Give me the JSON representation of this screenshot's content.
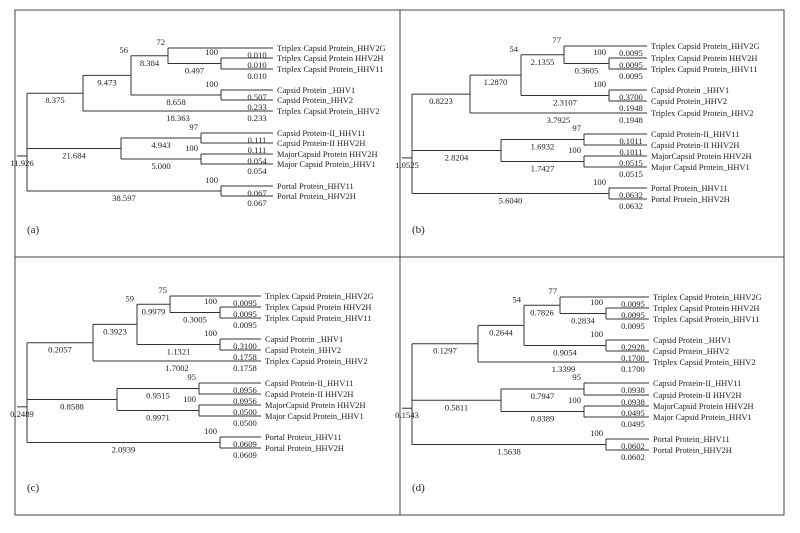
{
  "leaves": [
    "Triplex Capsid Protein_HHV2G",
    "Triplex Capsid Protein HHV2H",
    "Triplex Capsid Protein_HHV11",
    "Capsid Protein _HHV1",
    "Capsid Protein_HHV2",
    "Triplex Capsid Protein_HHV2",
    "Capsid Protein-II_HHV11",
    "Capsid Protein-II HHV2H",
    "MajorCapsid Protein HHV2H",
    "Major Capsid Protein_HHV1",
    "Portal Protein_HHV11",
    "Portal Protein_HHV2H"
  ],
  "panels": [
    {
      "label": "(a)",
      "lengths": {
        "L0": "0.010",
        "L1": "0.010",
        "L2": "0.010",
        "L3": "0.507",
        "L4": "0.233",
        "L5": "0.233",
        "L6": "0.111",
        "L7": "0.111",
        "L8": "0.054",
        "L9": "0.054",
        "L10": "0.067",
        "L11": "0.067",
        "nA": "0.497",
        "nB": "8.384",
        "nC": "8.658",
        "nD": "9.473",
        "nE": "18.363",
        "nF": "8.375",
        "nG": "4.943",
        "nH": "5.000",
        "nI": "21.684",
        "nJ": "11.926",
        "nK": "38.597"
      },
      "bootstrap": {
        "nA": "100",
        "nB": "72",
        "nC": "100",
        "nD": "56",
        "nF": "",
        "nG": "97",
        "nH": "100",
        "nI": "",
        "nJ": "",
        "nK": "100"
      }
    },
    {
      "label": "(b)",
      "lengths": {
        "L0": "0.0095",
        "L1": "0.0095",
        "L2": "0.0095",
        "L3": "0.3700",
        "L4": "0.1948",
        "L5": "0.1948",
        "L6": "0.1011",
        "L7": "0.1011",
        "L8": "0.0515",
        "L9": "0.0515",
        "L10": "0.0632",
        "L11": "0.0632",
        "nA": "0.3605",
        "nB": "2.1355",
        "nC": "2.3107",
        "nD": "1.2870",
        "nE": "3.7925",
        "nF": "0.8223",
        "nG": "1.6932",
        "nH": "1.7427",
        "nI": "2.8204",
        "nJ": "1.0525",
        "nK": "5.6040"
      },
      "bootstrap": {
        "nA": "100",
        "nB": "77",
        "nC": "100",
        "nD": "54",
        "nF": "",
        "nG": "97",
        "nH": "100",
        "nI": "",
        "nJ": "",
        "nK": "100"
      }
    },
    {
      "label": "(c)",
      "lengths": {
        "L0": "0.0095",
        "L1": "0.0095",
        "L2": "0.0095",
        "L3": "0.3100",
        "L4": "0.1758",
        "L5": "0.1758",
        "L6": "0.0956",
        "L7": "0.0956",
        "L8": "0.0500",
        "L9": "0.0500",
        "L10": "0.0609",
        "L11": "0.0609",
        "nA": "0.3005",
        "nB": "0.9979",
        "nC": "1.1321",
        "nD": "0.3923",
        "nE": "1.7002",
        "nF": "0.2057",
        "nG": "0.9515",
        "nH": "0.9971",
        "nI": "0.8588",
        "nJ": "0.2489",
        "nK": "2.0939"
      },
      "bootstrap": {
        "nA": "100",
        "nB": "75",
        "nC": "100",
        "nD": "59",
        "nF": "",
        "nG": "95",
        "nH": "100",
        "nI": "",
        "nJ": "",
        "nK": "100"
      }
    },
    {
      "label": "(d)",
      "lengths": {
        "L0": "0.0095",
        "L1": "0.0095",
        "L2": "0.0095",
        "L3": "0.2928",
        "L4": "0.1700",
        "L5": "0.1700",
        "L6": "0.0938",
        "L7": "0.0938",
        "L8": "0.0495",
        "L9": "0.0495",
        "L10": "0.0602",
        "L11": "0.0602",
        "nA": "0.2834",
        "nB": "0.7826",
        "nC": "0.9054",
        "nD": "0.2644",
        "nE": "1.3399",
        "nF": "0.1297",
        "nG": "0.7947",
        "nH": "0.8389",
        "nI": "0.5811",
        "nJ": "0.1543",
        "nK": "1.5638"
      },
      "bootstrap": {
        "nA": "100",
        "nB": "77",
        "nC": "100",
        "nD": "54",
        "nF": "",
        "nG": "95",
        "nH": "100",
        "nI": "",
        "nJ": "",
        "nK": "100"
      }
    }
  ]
}
